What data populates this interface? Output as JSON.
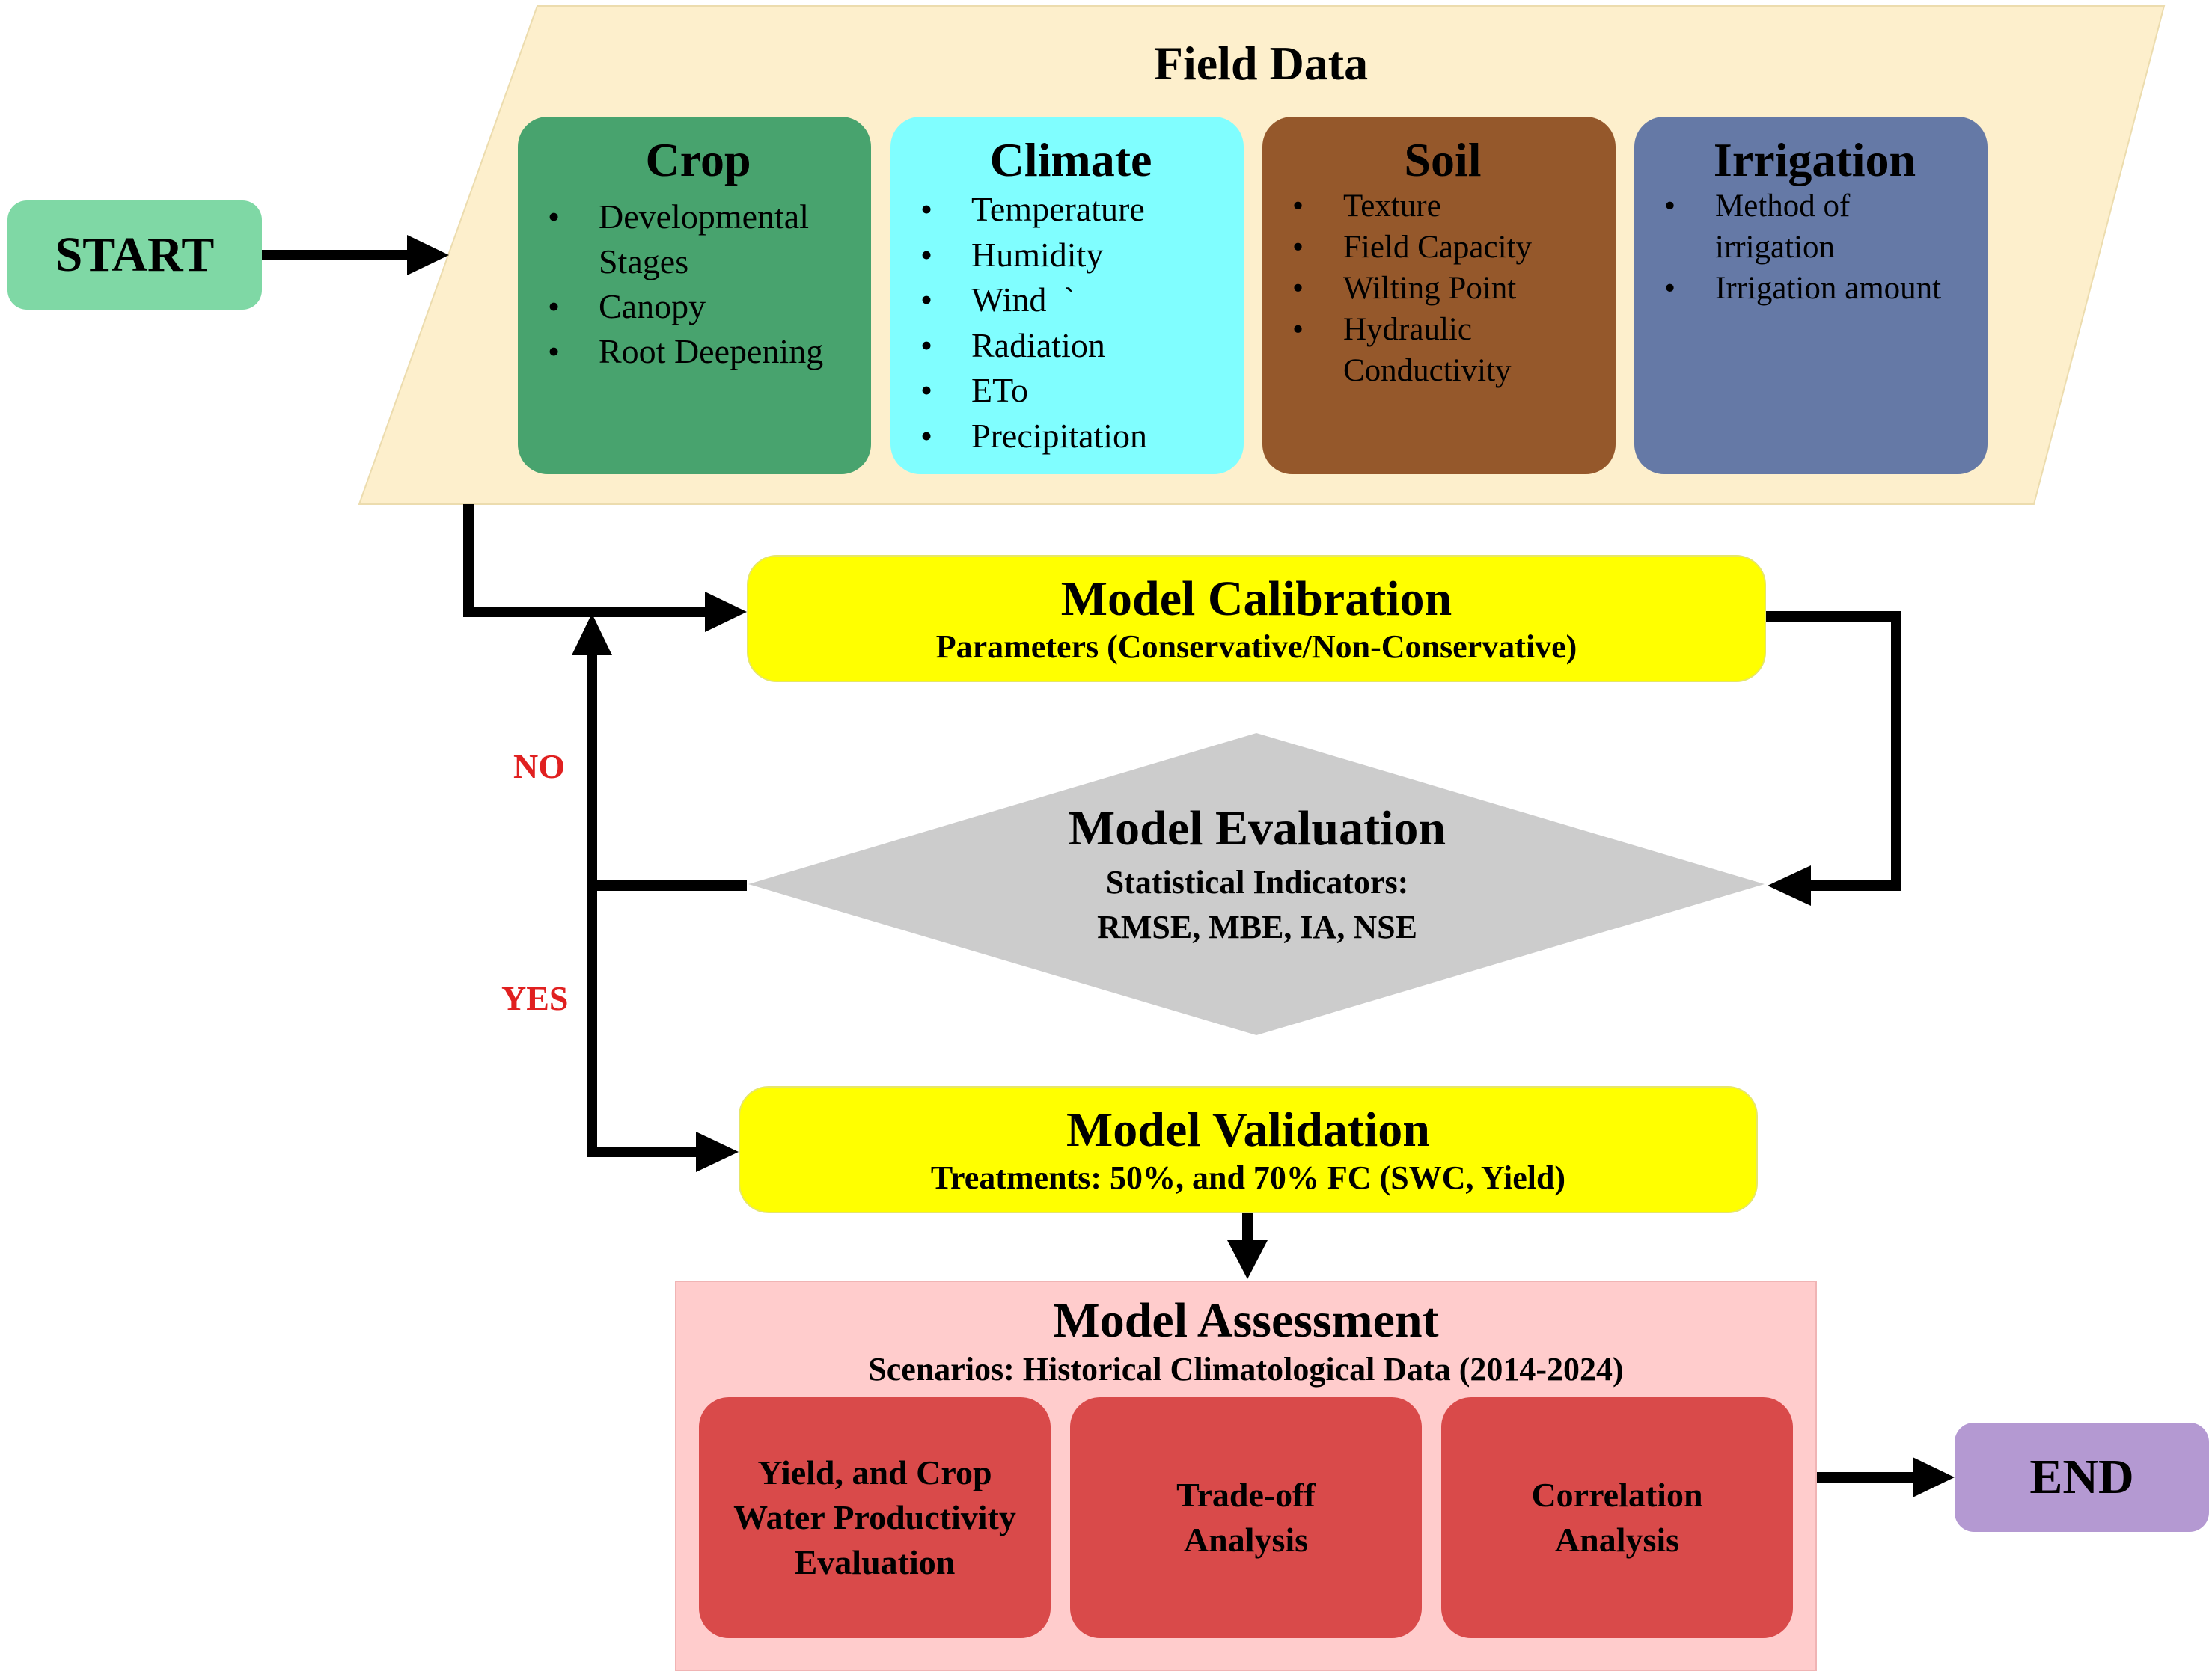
{
  "colors": {
    "start": "#7fd8a5",
    "end": "#b499d2",
    "field_data_bg": "#fdefcc",
    "crop": "#48a36e",
    "climate": "#80feff",
    "soil": "#95582b",
    "irrigation": "#6579a6",
    "process": "#ffff00",
    "decision": "#cccccc",
    "assessment_bg": "#ffcccc",
    "analysis": "#d94a4a",
    "loop_label": "#e02020"
  },
  "start": {
    "label": "START"
  },
  "end": {
    "label": "END"
  },
  "field_data": {
    "title": "Field Data",
    "categories": [
      {
        "title": "Crop",
        "items": [
          "Developmental Stages",
          "Canopy",
          "Root Deepening"
        ]
      },
      {
        "title": "Climate",
        "items": [
          "Temperature",
          "Humidity",
          "Wind  `",
          "Radiation",
          "ETo",
          "Precipitation"
        ]
      },
      {
        "title": "Soil",
        "items": [
          "Texture",
          "Field Capacity",
          "Wilting Point",
          "Hydraulic Conductivity"
        ]
      },
      {
        "title": "Irrigation",
        "items": [
          "Method of irrigation",
          "Irrigation amount"
        ]
      }
    ]
  },
  "calibration": {
    "title": "Model Calibration",
    "subtitle": "Parameters (Conservative/Non-Conservative)"
  },
  "evaluation": {
    "title": "Model Evaluation",
    "subtitle_line1": "Statistical Indicators:",
    "subtitle_line2": "RMSE, MBE, IA, NSE"
  },
  "loop_labels": {
    "no": "NO",
    "yes": "YES"
  },
  "validation": {
    "title": "Model Validation",
    "subtitle": "Treatments: 50%, and 70% FC (SWC, Yield)"
  },
  "assessment": {
    "title": "Model Assessment",
    "subtitle": "Scenarios: Historical Climatological Data (2014-2024)",
    "analyses": [
      "Yield, and Crop Water Productivity Evaluation",
      "Trade-off Analysis",
      "Correlation Analysis"
    ]
  }
}
